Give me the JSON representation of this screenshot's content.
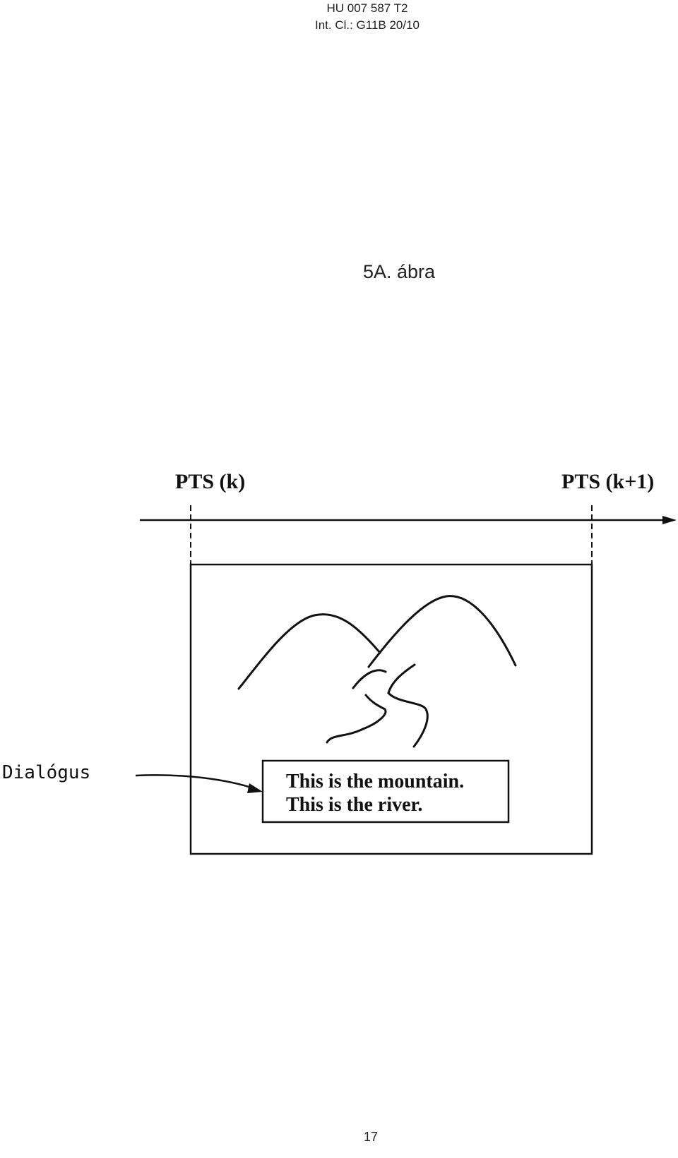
{
  "header": {
    "line1": "HU 007 587 T2",
    "line2": "Int. Cl.: G11B 20/10"
  },
  "figure": {
    "title": "5A. ábra",
    "pts_left": "PTS (k)",
    "pts_right": "PTS (k+1)",
    "dialog_label": "Dialógus",
    "subtitle_line1": "This is the mountain.",
    "subtitle_line2": "This is the river."
  },
  "footer": {
    "page_number": "17"
  }
}
